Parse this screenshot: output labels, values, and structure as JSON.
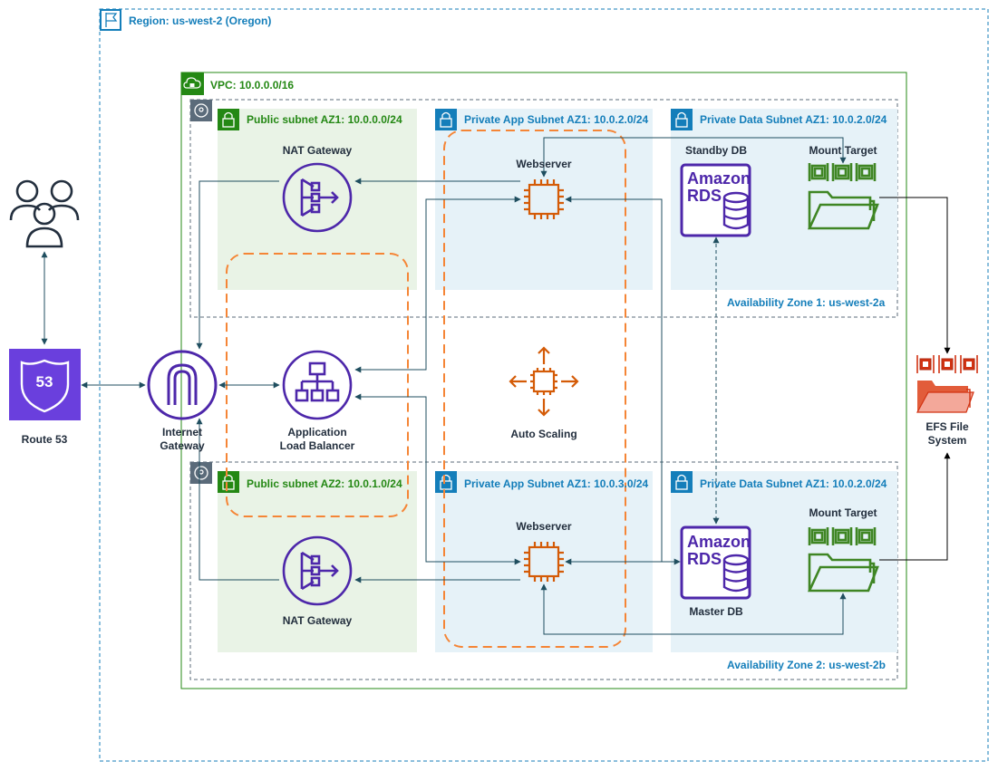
{
  "region": {
    "label": "Region: us-west-2 (Oregon)"
  },
  "vpc": {
    "label": "VPC: 10.0.0.0/16"
  },
  "subnets": {
    "public_az1": "Public subnet AZ1: 10.0.0.0/24",
    "private_app_az1": "Private App Subnet AZ1: 10.0.2.0/24",
    "private_data_az1": "Private Data Subnet AZ1: 10.0.2.0/24",
    "public_az2": "Public subnet AZ2: 10.0.1.0/24",
    "private_app_az2": "Private App Subnet AZ1: 10.0.3.0/24",
    "private_data_az2": "Private Data Subnet AZ1: 10.0.2.0/24"
  },
  "zones": {
    "az1": "Availability Zone 1: us-west-2a",
    "az2": "Availability Zone 2: us-west-2b"
  },
  "nodes": {
    "route53": "Route 53",
    "route53_badge": "53",
    "igw_line1": "Internet",
    "igw_line2": "Gateway",
    "alb_line1": "Application",
    "alb_line2": "Load Balancer",
    "nat_top": "NAT Gateway",
    "nat_bottom": "NAT Gateway",
    "web_top": "Webserver",
    "web_bottom": "Webserver",
    "autoscaling": "Auto Scaling",
    "standby_db": "Standby DB",
    "master_db": "Master DB",
    "rds_line1": "Amazon",
    "rds_line2": "RDS",
    "mount_top": "Mount Target",
    "mount_bottom": "Mount Target",
    "efs_line1": "EFS File",
    "efs_line2": "System"
  },
  "colors": {
    "region": "#147eba",
    "vpc": "#248814",
    "public_fill": "#e9f3e6",
    "private_fill": "#e6f2f8",
    "purple": "#4d27aa",
    "orange": "#d45b07",
    "green": "#3f8624",
    "dark": "#232f3e",
    "arrow": "#1f4e5f"
  }
}
